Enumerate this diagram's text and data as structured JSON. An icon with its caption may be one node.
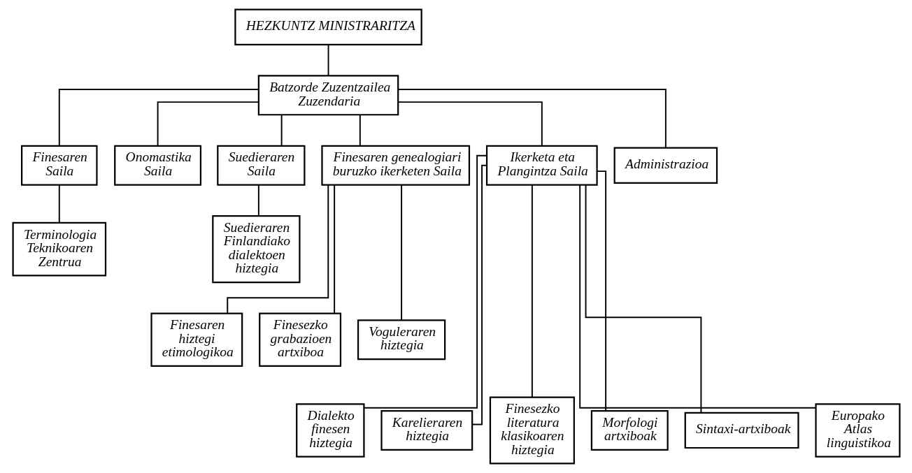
{
  "diagram": {
    "nodes": [
      {
        "text": [
          "HEZKUNTZ MINISTRARITZA"
        ]
      },
      {
        "text": [
          "Batzorde Zuzentzailea",
          "Zuzendaria"
        ]
      },
      {
        "text": [
          "Finesaren Saila"
        ]
      },
      {
        "text": [
          "Onomastika Saila"
        ]
      },
      {
        "text": [
          "Suedieraren Saila"
        ]
      },
      {
        "text": [
          "Finesaren genealogiari buruzko ikerketen Saila"
        ]
      },
      {
        "text": [
          "Ikerketa eta Plangintza Saila"
        ]
      },
      {
        "text": [
          "Administrazioa"
        ]
      },
      {
        "text": [
          "Terminologia Teknikoaren Zentrua"
        ]
      },
      {
        "text": [
          "Suedieraren Finlandiako dialektoen hiztegia"
        ]
      },
      {
        "text": [
          "Finesaren hiztegi etimologikoa"
        ]
      },
      {
        "text": [
          "Finesezko grabazioen artxiboa"
        ]
      },
      {
        "text": [
          "Voguleraren hiztegia"
        ]
      },
      {
        "text": [
          "Dialekto finesen hiztegia"
        ]
      },
      {
        "text": [
          "Karelieraren hiztegia"
        ]
      },
      {
        "text": [
          "Finesezko literatura klasikoaren hiztegia"
        ]
      },
      {
        "text": [
          "Morfologi artxiboak"
        ]
      },
      {
        "text": [
          "Sintaxi-artxiboak"
        ]
      },
      {
        "text": [
          "Europako Atlas linguistikoa"
        ]
      }
    ],
    "edges": [
      {
        "from": 0,
        "to": 1,
        "arrow": "none"
      },
      {
        "from": 1,
        "to": 2,
        "arrow": "none"
      },
      {
        "from": 1,
        "to": 3,
        "arrow": "none"
      },
      {
        "from": 1,
        "to": 4,
        "arrow": "none"
      },
      {
        "from": 1,
        "to": 5,
        "arrow": "none"
      },
      {
        "from": 1,
        "to": 6,
        "arrow": "none"
      },
      {
        "from": 1,
        "to": 7,
        "arrow": "none"
      },
      {
        "from": 2,
        "to": 8,
        "arrow": "none"
      },
      {
        "from": 4,
        "to": 9,
        "arrow": "none"
      },
      {
        "from": 5,
        "to": 10,
        "arrow": "none"
      },
      {
        "from": 5,
        "to": 11,
        "arrow": "none"
      },
      {
        "from": 5,
        "to": 12,
        "arrow": "none"
      },
      {
        "from": 6,
        "to": 13,
        "arrow": "none"
      },
      {
        "from": 6,
        "to": 14,
        "arrow": "none"
      },
      {
        "from": 6,
        "to": 15,
        "arrow": "none"
      },
      {
        "from": 6,
        "to": 16,
        "arrow": "none"
      },
      {
        "from": 6,
        "to": 17,
        "arrow": "none"
      },
      {
        "from": 6,
        "to": 18,
        "arrow": "none"
      }
    ]
  }
}
